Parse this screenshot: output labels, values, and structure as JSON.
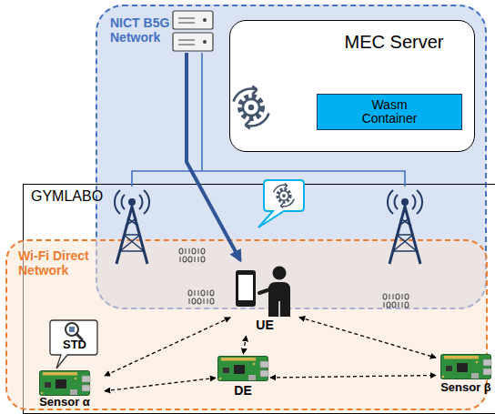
{
  "diagram": {
    "nodes": [
      {
        "text": [
          "NICT B5G Network"
        ]
      },
      {
        "text": [
          "MEC Server"
        ],
        "in": 0
      },
      {
        "text": [
          "Wasm Container"
        ],
        "in": 1
      },
      {
        "text": [
          "GYMLABO"
        ]
      },
      {
        "text": [
          "Wi-Fi Direct Network"
        ],
        "in": 3
      },
      {
        "text": [
          "UE"
        ],
        "in": 4
      },
      {
        "text": [
          "Sensor α"
        ],
        "in": 4
      },
      {
        "text": [
          "DE"
        ],
        "in": 4
      },
      {
        "text": [
          "Sensor β"
        ],
        "in": 4
      },
      {
        "text": [
          "STD"
        ],
        "in": 4
      }
    ],
    "edges": [
      {
        "from": 5,
        "to": 6,
        "arrow": "both"
      },
      {
        "from": 5,
        "to": 7,
        "arrow": "both"
      },
      {
        "from": 5,
        "to": 8,
        "arrow": "both"
      },
      {
        "from": 6,
        "to": 7,
        "arrow": "both"
      },
      {
        "from": 7,
        "to": 8,
        "arrow": "both"
      }
    ]
  }
}
